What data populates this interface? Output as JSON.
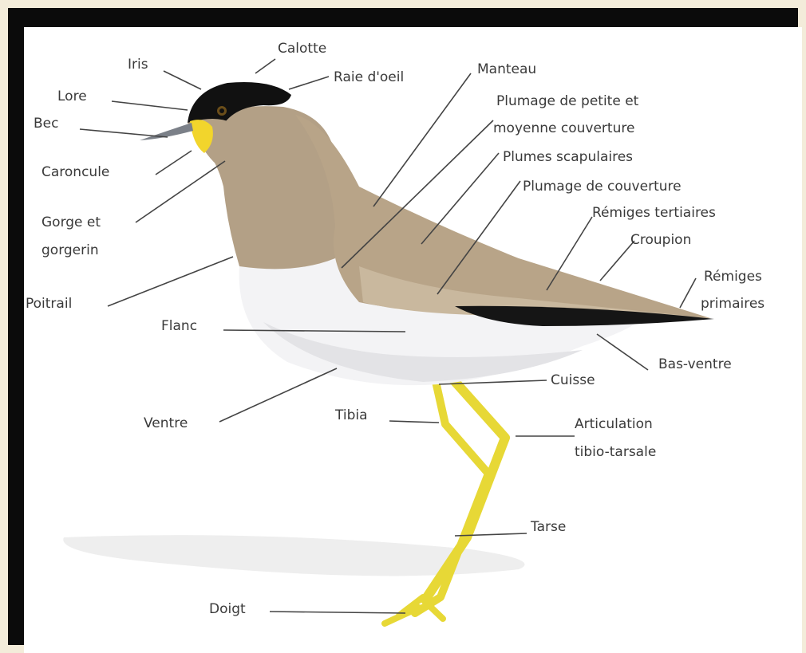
{
  "labels": {
    "calotte": "Calotte",
    "iris": "Iris",
    "raie_oeil": "Raie d'oeil",
    "manteau": "Manteau",
    "lore": "Lore",
    "bec": "Bec",
    "plumage_petite_1": "Plumage de petite et",
    "plumage_petite_2": "moyenne couverture",
    "scapulaires": "Plumes scapulaires",
    "caroncule": "Caroncule",
    "plumage_couverture": "Plumage de couverture",
    "gorge_1": "Gorge et",
    "gorge_2": "gorgerin",
    "remiges_tertiaires": "Rémiges tertiaires",
    "croupion": "Croupion",
    "remiges_primaires_1": "Rémiges",
    "remiges_primaires_2": "primaires",
    "poitrail": "Poitrail",
    "flanc": "Flanc",
    "bas_ventre": "Bas-ventre",
    "cuisse": "Cuisse",
    "ventre": "Ventre",
    "tibia": "Tibia",
    "articulation_1": "Articulation",
    "articulation_2": "tibio-tarsale",
    "tarse": "Tarse",
    "doigt": "Doigt"
  },
  "colors": {
    "head_cap": "#111111",
    "bill": "#7b8088",
    "caruncle": "#f2d52c",
    "back": "#b8a488",
    "neck": "#b3a086",
    "belly": "#f5f5f7",
    "primaries": "#151515",
    "legs": "#e7d836",
    "shadow": "#eeeeee"
  }
}
